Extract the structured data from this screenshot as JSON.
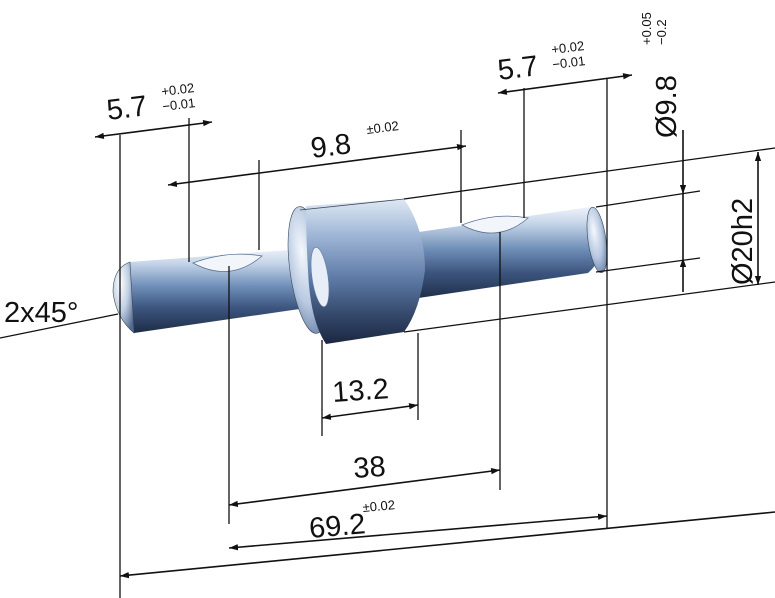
{
  "drawing": {
    "part": "stepped shaft",
    "material_color": "#7f9cc0",
    "line_color": "#111111"
  },
  "dimensions": {
    "groove_left": {
      "nominal": "5.7",
      "upper": "+0.02",
      "lower": "−0.01"
    },
    "groove_right": {
      "nominal": "5.7",
      "upper": "+0.02",
      "lower": "−0.01"
    },
    "groove_spacing": {
      "nominal": "9.8",
      "tol": "±0.02"
    },
    "small_diameter": {
      "nominal": "Ø9.8",
      "upper": "+0.05",
      "lower": "−0.2"
    },
    "collar_diameter": {
      "nominal": "Ø20h2"
    },
    "chamfer": {
      "text": "2x45°"
    },
    "collar_length": {
      "text": "13.2"
    },
    "groove_to_groove": {
      "text": "38"
    },
    "overall_length": {
      "nominal": "69.2",
      "tol": "±0.02"
    }
  }
}
